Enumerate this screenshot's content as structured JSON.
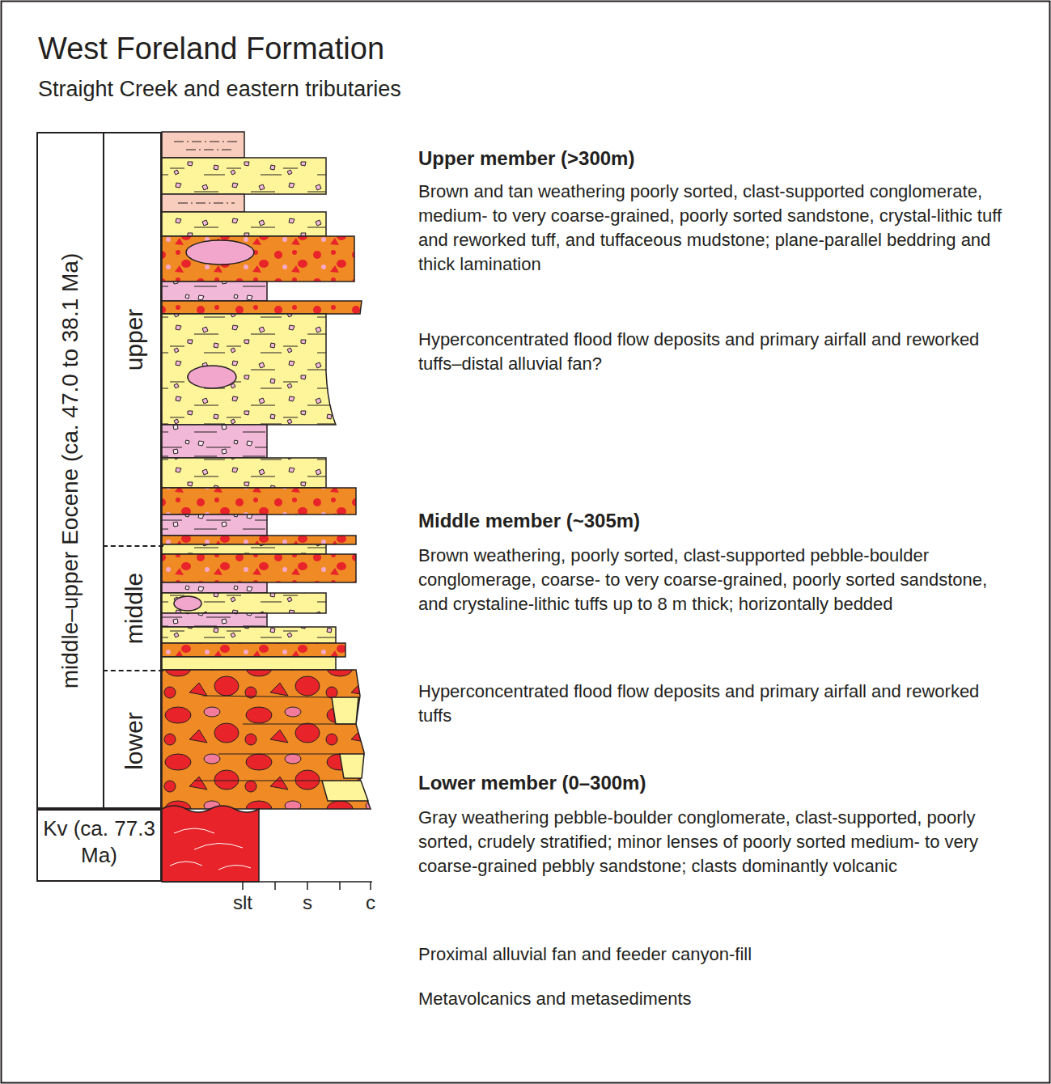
{
  "diagram": {
    "title": "West Foreland Formation",
    "nodes": [
      {
        "text": [
          "middle–upper Eocene (ca. 47.0 to 38.1 Ma)"
        ]
      },
      {
        "text": [
          "upper"
        ],
        "in": 0
      },
      {
        "text": [
          "middle"
        ],
        "in": 0
      },
      {
        "text": [
          "lower"
        ],
        "in": 0
      },
      {
        "text": [
          "Kv (ca. 77.3 Ma)"
        ]
      }
    ],
    "labels": [
      "Straight Creek and eastern tributaries",
      "Upper member (>300m)",
      "Brown and tan weathering poorly sorted, clast-supported conglomerate, medium- to very coarse-grained, poorly sorted sandstone, crystal-lithic tuff and reworked tuff, and tuffaceous mudstone; plane-parallel beddring and thick lamination",
      "Hyperconcentrated flood flow deposits and primary airfall and reworked tuffs–distal alluvial fan?",
      "Middle member (~305m)",
      "Brown weathering, poorly sorted, clast-supported pebble-boulder conglomerage, coarse- to very coarse-grained, poorly sorted sandstone, and crystaline-lithic tuffs up to 8 m thick; horizontally bedded",
      "Hyperconcentrated flood flow deposits and primary airfall and reworked tuffs",
      "Lower member (0–300m)",
      "Gray weathering pebble-boulder conglomerate, clast-supported, poorly sorted, crudely stratified; minor lenses of poorly sorted medium- to very coarse-grained pebbly sandstone; clasts dominantly volcanic",
      "Proximal alluvial fan and feeder canyon-fill",
      "Metavolcanics and metasediments",
      "slt",
      "s",
      "c"
    ]
  }
}
